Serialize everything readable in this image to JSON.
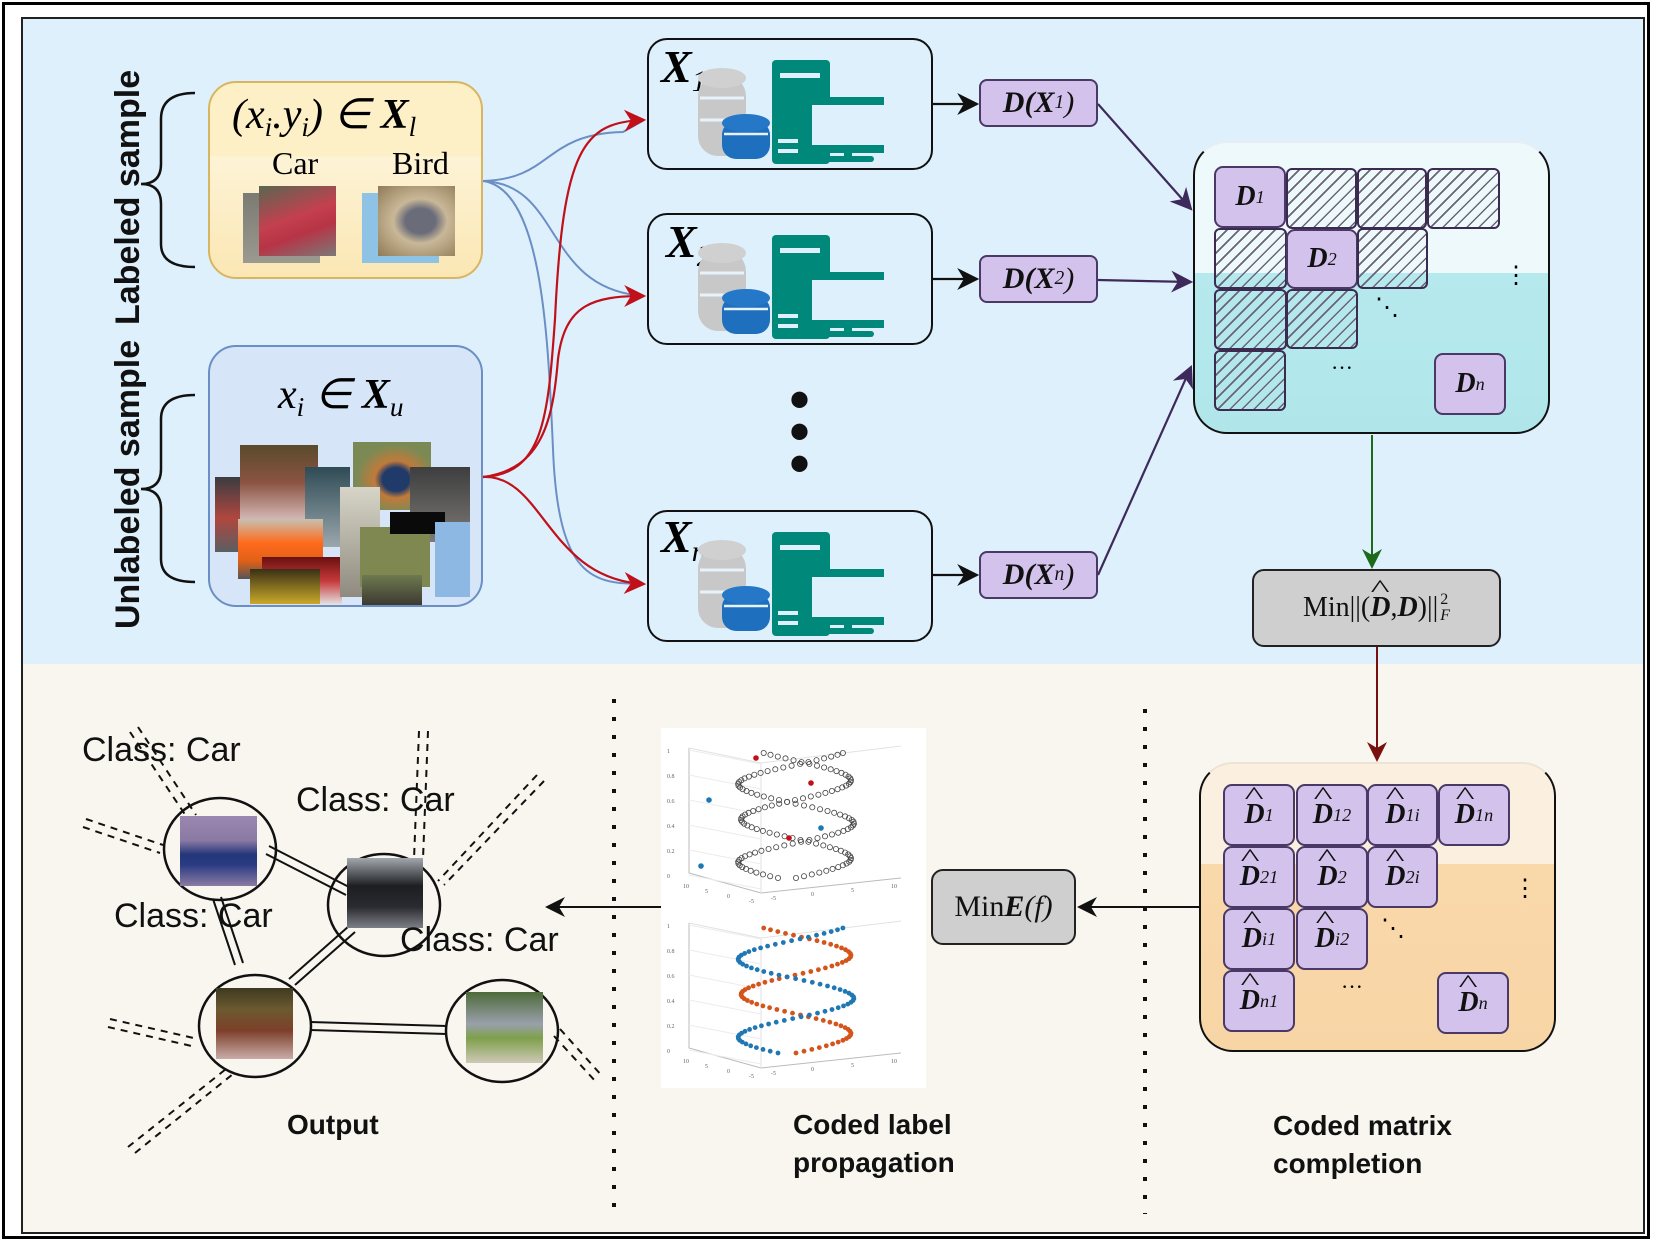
{
  "figure": {
    "side_labels": {
      "labeled": "Labeled sample",
      "unlabeled": "Unlabeled sample"
    },
    "labeled_box": {
      "formula_prefix": "(x",
      "formula_i": "i",
      "formula_dot": ".y",
      "formula_i2": "i",
      "formula_suffix": ") ∈ ",
      "set": "X",
      "set_sub": "l",
      "classes": [
        "Car",
        "Bird"
      ]
    },
    "unlabeled_box": {
      "formula_var": "x",
      "formula_sub": "i",
      "formula_in": " ∈ ",
      "set": "X",
      "set_sub": "u"
    },
    "nodes": [
      {
        "name": "X",
        "sub": "1"
      },
      {
        "name": "X",
        "sub": "2"
      },
      {
        "name": "X",
        "sub": "n"
      }
    ],
    "node_icons": [
      "database-icon",
      "computer-icon"
    ],
    "d_boxes": [
      {
        "prefix": "D(",
        "var": "X",
        "sub": "1",
        "suffix": ")"
      },
      {
        "prefix": "D(",
        "var": "X",
        "sub": "2",
        "suffix": ")"
      },
      {
        "prefix": "D(",
        "var": "X",
        "sub": "n",
        "suffix": ")"
      }
    ],
    "top_matrix": {
      "diag": [
        {
          "var": "D",
          "sub": "1"
        },
        {
          "var": "D",
          "sub": "2"
        },
        {
          "var": "D",
          "sub": "n"
        }
      ],
      "ellipsis_diag": "⋱",
      "ellipsis_h": "···",
      "ellipsis_v": "⋮"
    },
    "min_frobenius": {
      "prefix": "Min||(",
      "dhat": "D",
      "comma": ",",
      "d": "D",
      "suffix": ")||",
      "sup": "2",
      "sub": "F"
    },
    "hat_matrix": {
      "cells": [
        {
          "var": "D",
          "sub": "1"
        },
        {
          "var": "D",
          "sub": "12"
        },
        {
          "var": "D",
          "sub": "1i"
        },
        {
          "var": "D",
          "sub": "1n"
        },
        {
          "var": "D",
          "sub": "21"
        },
        {
          "var": "D",
          "sub": "2"
        },
        {
          "var": "D",
          "sub": "2i"
        },
        {
          "var": "D",
          "sub": "i1"
        },
        {
          "var": "D",
          "sub": "i2"
        },
        {
          "var": "D",
          "sub": "n1"
        },
        {
          "var": "D",
          "sub": "n"
        }
      ],
      "ellipsis_diag": "⋱",
      "ellipsis_h": "···",
      "ellipsis_v": "⋮"
    },
    "min_energy": {
      "prefix": "Min",
      "var": "E",
      "arg": "(f)"
    },
    "class_labels": [
      "Class: Car",
      "Class: Car",
      "Class: Car",
      "Class: Car"
    ],
    "stage_labels": {
      "output": "Output",
      "propagation_l1": "Coded label",
      "propagation_l2": "propagation",
      "completion_l1": "Coded matrix",
      "completion_l2": "completion"
    },
    "plots": {
      "z_ticks": [
        "1",
        "0.8",
        "0.6",
        "0.4",
        "0.2",
        "0"
      ],
      "x_ticks": [
        "10",
        "5",
        "0",
        "-5"
      ],
      "y_ticks": [
        "-5",
        "0",
        "5",
        "10"
      ]
    },
    "colors": {
      "top_bg": "#dff0fd",
      "bottom_bg": "#f8f6ef",
      "purple_cell": "#d3c3ec",
      "teal_icon": "#00897b",
      "db_blue": "#1e6fbe",
      "red_arrow": "#c0101a",
      "blue_line": "#6b8fc4",
      "green_arrow": "#1b6b1b",
      "darkred_arrow": "#7a0f0f",
      "orange_points": "#d4541a",
      "blue_points": "#1f77b4"
    }
  }
}
